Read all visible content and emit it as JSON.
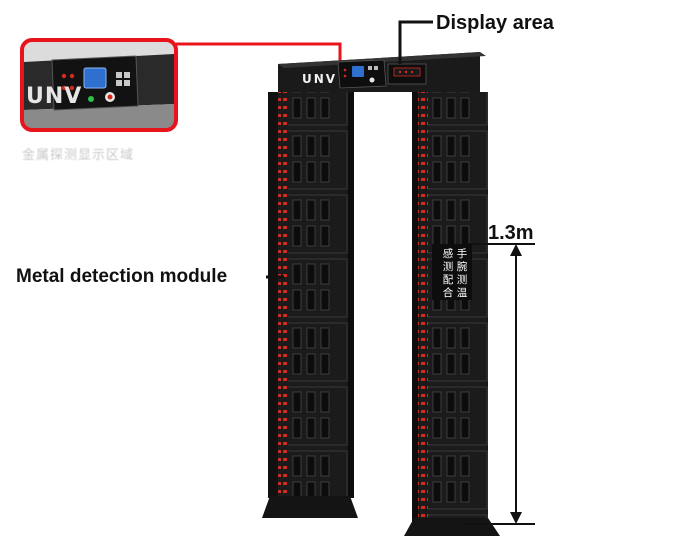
{
  "labels": {
    "display_area": "Display area",
    "metal_detection_module": "Metal detection module",
    "height": "1.3m"
  },
  "brand": {
    "logo_text": "UNV",
    "inset_logo_text": "UNV"
  },
  "sign": {
    "col1": "手腕测温",
    "col2": "感测配合"
  },
  "inset_caption": "金属探测显示区域",
  "colors": {
    "callout_red": "#e8141c",
    "frame": "#1a1a1a",
    "led": "#d42a1e",
    "screen": "#2f6fd0"
  }
}
